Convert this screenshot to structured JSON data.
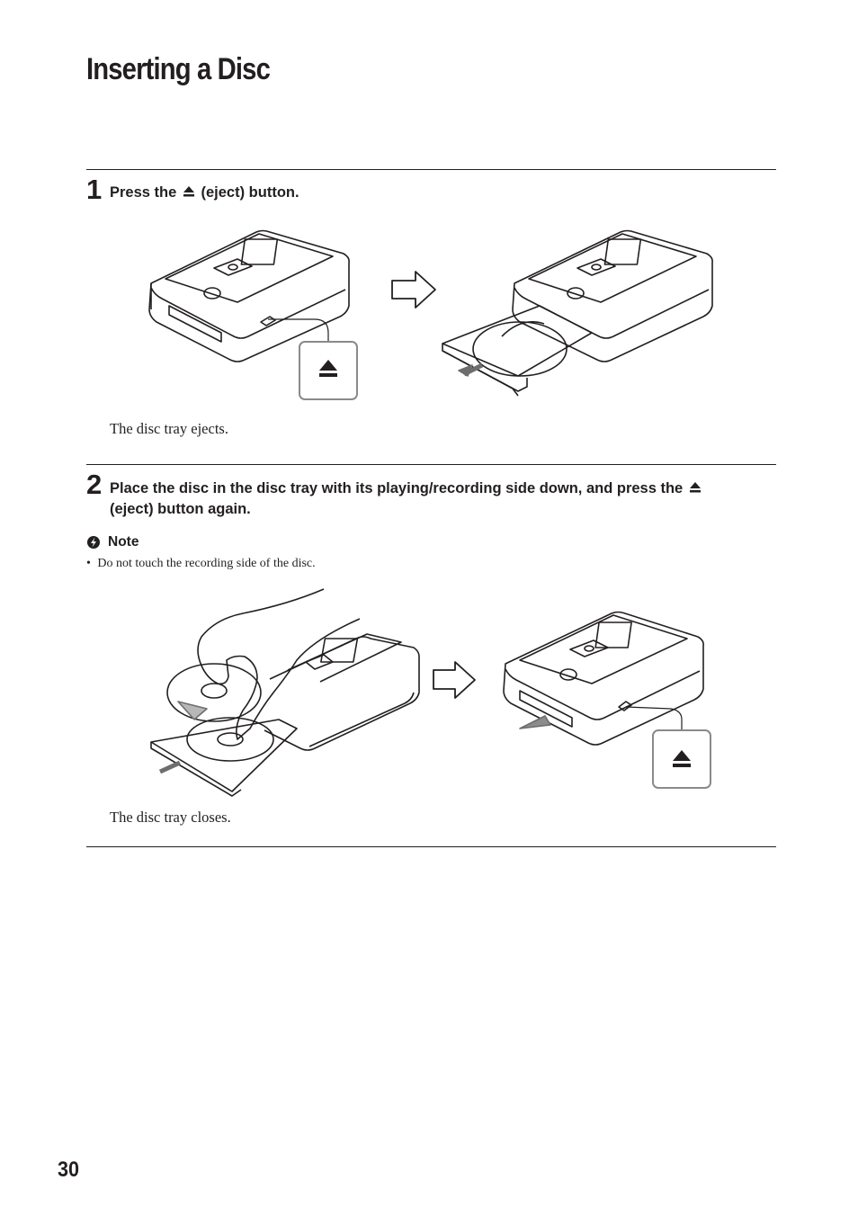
{
  "page": {
    "title": "Inserting a Disc",
    "page_number": "30"
  },
  "step1": {
    "number": "1",
    "text_before": "Press the",
    "text_after": "(eject) button.",
    "caption": "The disc tray ejects."
  },
  "step2": {
    "number": "2",
    "text_line1_before": "Place the disc in the disc tray with its playing/recording side down, and press the",
    "text_line2": "(eject) button again.",
    "note_label": "Note",
    "note_bullet": "•",
    "note_text": "Do not touch the recording side of the disc.",
    "caption": "The disc tray closes."
  },
  "icons": {
    "eject": "eject-icon",
    "note": "note-icon",
    "arrow": "outline-right-arrow-icon"
  }
}
